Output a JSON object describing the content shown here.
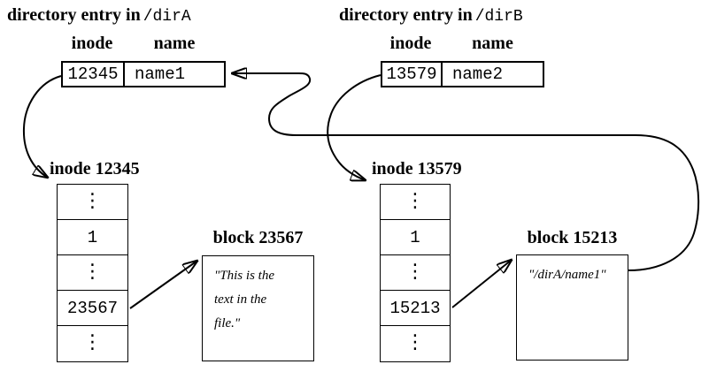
{
  "colors": {
    "ink": "#000000",
    "background": "#ffffff"
  },
  "titles": {
    "dirA": {
      "prefix": "directory entry in",
      "path": "/dirA"
    },
    "dirB": {
      "prefix": "directory entry in",
      "path": "/dirB"
    }
  },
  "dir_tables": {
    "dirA": {
      "inode_header": "inode",
      "name_header": "name",
      "inode_value": "12345",
      "name_value": "name1"
    },
    "dirB": {
      "inode_header": "inode",
      "name_header": "name",
      "inode_value": "13579",
      "name_value": "name2"
    }
  },
  "inodes": {
    "left": {
      "label": "inode 12345",
      "cells": [
        "⋮",
        "1",
        "⋮",
        "23567",
        "⋮"
      ]
    },
    "right": {
      "label": "inode 13579",
      "cells": [
        "⋮",
        "1",
        "⋮",
        "15213",
        "⋮"
      ]
    }
  },
  "blocks": {
    "left": {
      "label": "block 23567",
      "lines": [
        "\"This is the",
        "text in the",
        "file.\""
      ]
    },
    "right": {
      "label": "block 15213",
      "lines": [
        "\"/dirA/name1\""
      ]
    }
  }
}
